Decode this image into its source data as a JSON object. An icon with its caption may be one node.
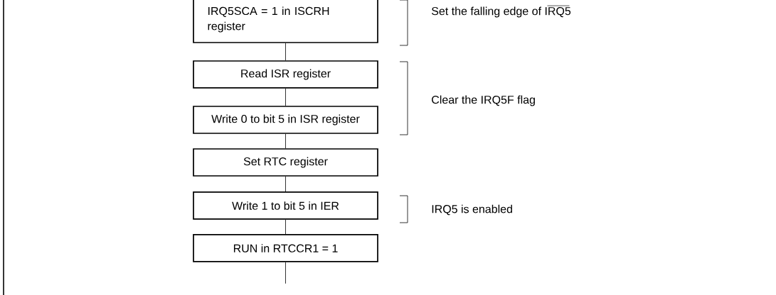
{
  "diagram": {
    "nodes": [
      {
        "text": [
          "IRQ5SCA = 1 in ISCRH register"
        ]
      },
      {
        "text": [
          "Read ISR register"
        ]
      },
      {
        "text": [
          "Write 0 to bit 5 in ISR register"
        ]
      },
      {
        "text": [
          "Set RTC register"
        ]
      },
      {
        "text": [
          "Write 1 to bit 5 in IER"
        ]
      },
      {
        "text": [
          "RUN in RTCCR1 = 1"
        ]
      }
    ],
    "edges": [
      {
        "from": 0,
        "to": 1,
        "arrow": "none"
      },
      {
        "from": 1,
        "to": 2,
        "arrow": "none"
      },
      {
        "from": 2,
        "to": 3,
        "arrow": "none"
      },
      {
        "from": 3,
        "to": 4,
        "arrow": "none"
      },
      {
        "from": 4,
        "to": 5,
        "arrow": "none"
      },
      {
        "from": 5,
        "to": null,
        "arrow": "none"
      }
    ],
    "labels": [
      "Set the falling edge of IRQ5",
      "Clear the IRQ5F flag",
      "IRQ5 is enabled"
    ]
  }
}
